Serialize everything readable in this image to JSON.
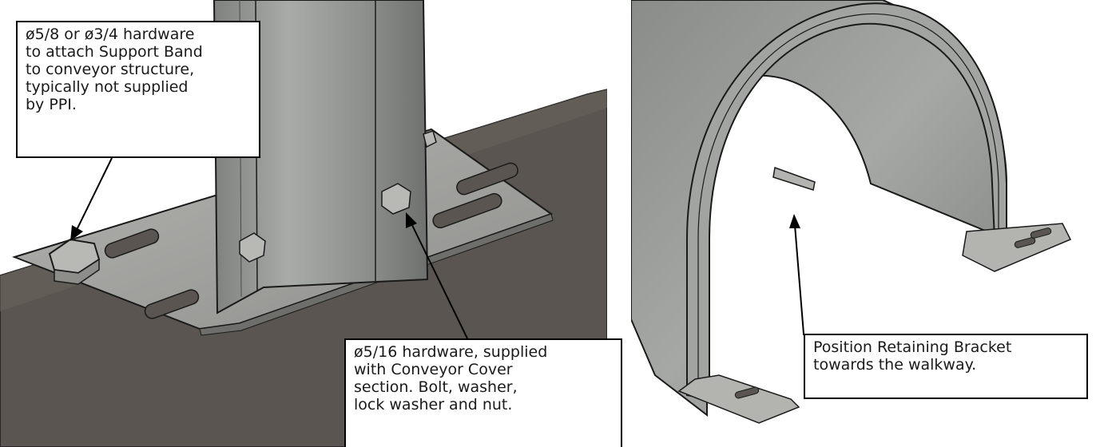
{
  "callouts": {
    "left": {
      "lines": [
        "ø5/8 or ø3/4 hardware",
        "to attach Support Band",
        "to conveyor structure,",
        "typically not supplied",
        "by PPI."
      ]
    },
    "center": {
      "lines": [
        "ø5/16 hardware, supplied",
        "with Conveyor Cover",
        "section. Bolt, washer,",
        "lock washer and nut."
      ]
    },
    "right": {
      "lines": [
        "Position Retaining Bracket",
        "towards the walkway."
      ]
    }
  },
  "colors": {
    "structure": "#5a5550",
    "plate": "#a3a3a0",
    "galvanized": "#9c9e9c",
    "outline": "#1a1a1a"
  },
  "icons": [
    "hex-bolt-icon",
    "leader-arrow-icon"
  ]
}
